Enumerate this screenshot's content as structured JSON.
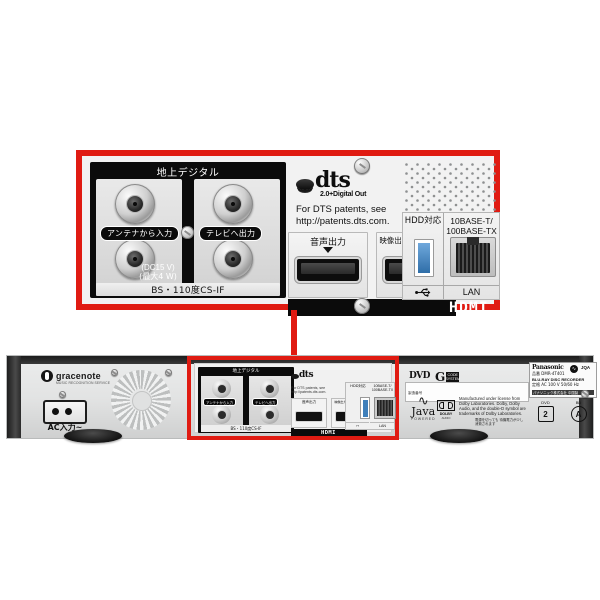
{
  "product": {
    "brand": "Panasonic",
    "model_label": "品番",
    "model": "DMR-4T401",
    "category": "BLU-RAY DISC RECORDER",
    "rating": "定格 AC 100 V  50/60 Hz",
    "maker_bar": "パナソニック株式会社   中国製",
    "cert": "JQA",
    "serial_label": "製造番号"
  },
  "callout": {
    "accent_color": "#e01b12",
    "tuner": {
      "title": "地上デジタル",
      "bottom_title": "BS・110度CS-IF",
      "input_label": "アンテナから入力",
      "output_label": "テレビへ出力",
      "dc_note_line1": "(DC15 V)",
      "dc_note_line2": "(最大4 W)"
    },
    "dts": {
      "word": "dts",
      "sub": "2.0+Digital Out",
      "patents_line1": "For DTS patents, see",
      "patents_line2": "http://patents.dts.com."
    },
    "hdmi": {
      "audio_out_label": "音声出力",
      "video_out_label": "映像出力(映像・音声)",
      "wordmark": "HDMI"
    },
    "usb": {
      "head": "HDD対応",
      "foot_icon": "usb-icon"
    },
    "lan": {
      "head_line1": "10BASE-T/",
      "head_line2": "100BASE-TX",
      "foot": "LAN"
    }
  },
  "device": {
    "gracenote": {
      "word": "gracenote",
      "sub": "MUSIC RECOGNITION SERVICE"
    },
    "ac_inlet_label": "AC入力~",
    "dvd_logo": "DVD",
    "dvd_sub": "R RW",
    "gcode": "G",
    "gcode_box_line1": "CODE",
    "gcode_box_line2": "SYSTEM",
    "java": {
      "word": "Java",
      "tm": "™",
      "powered": "POWERED"
    },
    "dolby": {
      "word": "DOLBY",
      "sub": "AUDIO",
      "text": "Manufactured under license from Dolby Laboratories. Dolby, Dolby Audio, and the double-D symbol are trademarks of Dolby Laboratories."
    },
    "regions": [
      {
        "label": "DVD",
        "mark": "2",
        "shape": "square"
      },
      {
        "label": "BD",
        "mark": "A",
        "shape": "circle"
      }
    ],
    "power_note": "電源を切っても 待機電力が少し 消費されます"
  }
}
